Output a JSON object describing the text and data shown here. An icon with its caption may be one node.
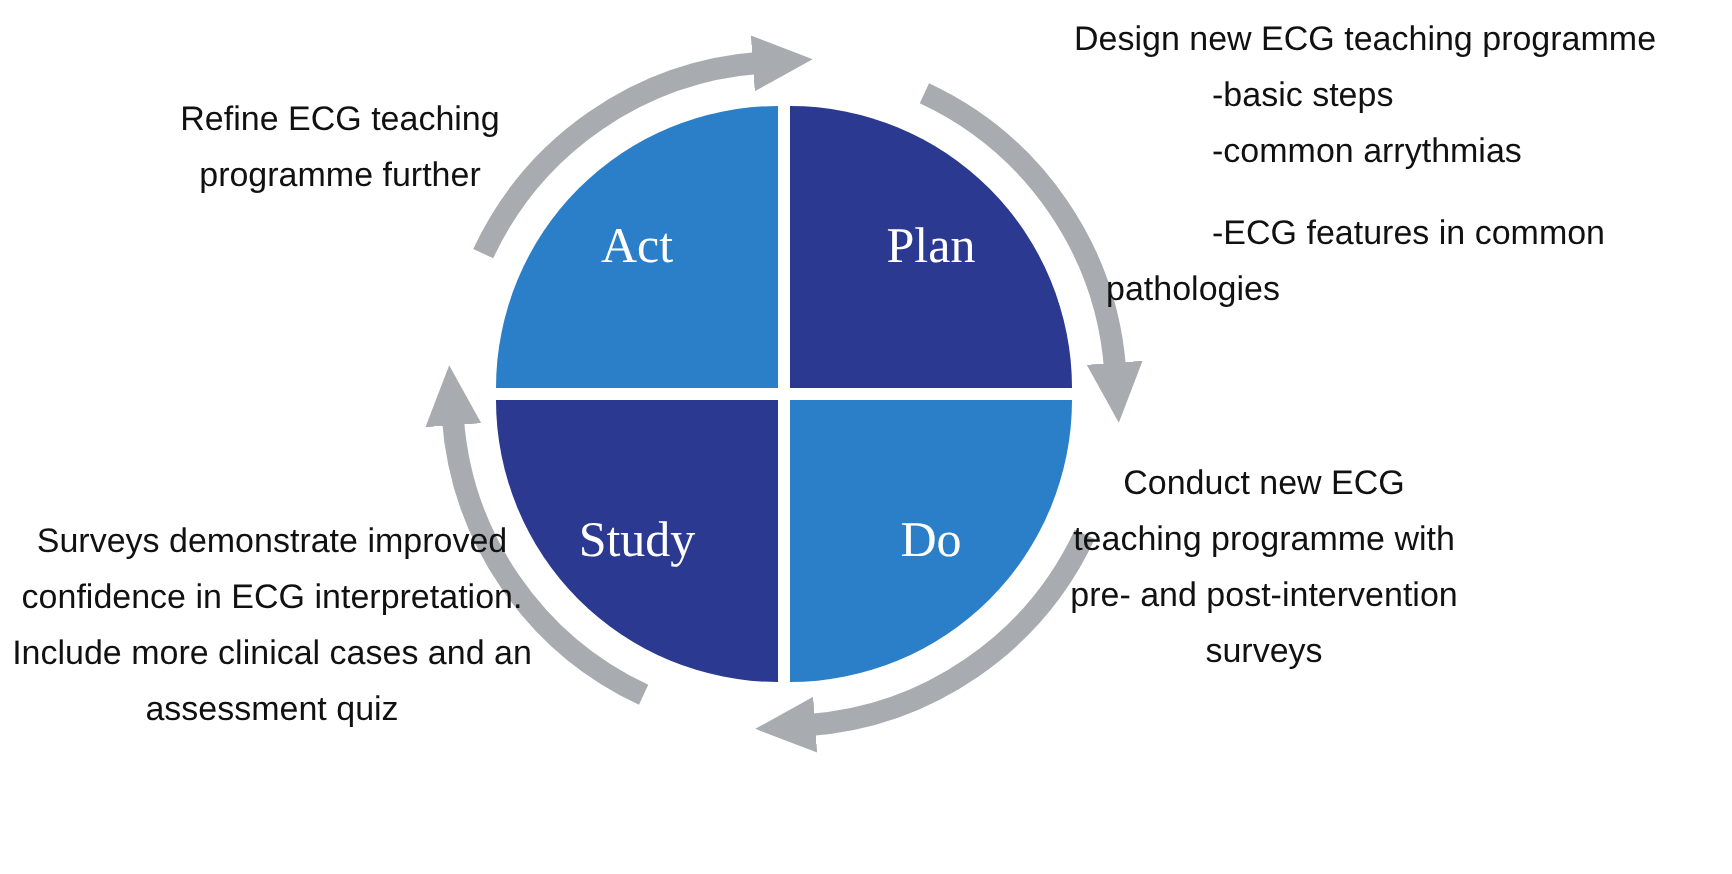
{
  "diagram": {
    "nodes": [
      {
        "text": [
          "Act"
        ]
      },
      {
        "text": [
          "Plan"
        ]
      },
      {
        "text": [
          "Study"
        ]
      },
      {
        "text": [
          "Do"
        ]
      }
    ],
    "edges": [
      {
        "from": 0,
        "to": 1,
        "arrow": "to"
      },
      {
        "from": 1,
        "to": 3,
        "arrow": "to"
      },
      {
        "from": 3,
        "to": 2,
        "arrow": "to"
      },
      {
        "from": 2,
        "to": 0,
        "arrow": "to"
      }
    ],
    "labels": [
      "Refine ECG teaching programme further",
      "Design new ECG teaching programme",
      "-basic steps",
      "-common arrythmias",
      "-ECG features in common pathologies",
      "Conduct new ECG teaching programme with pre- and post-intervention surveys",
      "Surveys demonstrate improved confidence in ECG interpretation. Include more clinical cases and an assessment quiz"
    ]
  }
}
